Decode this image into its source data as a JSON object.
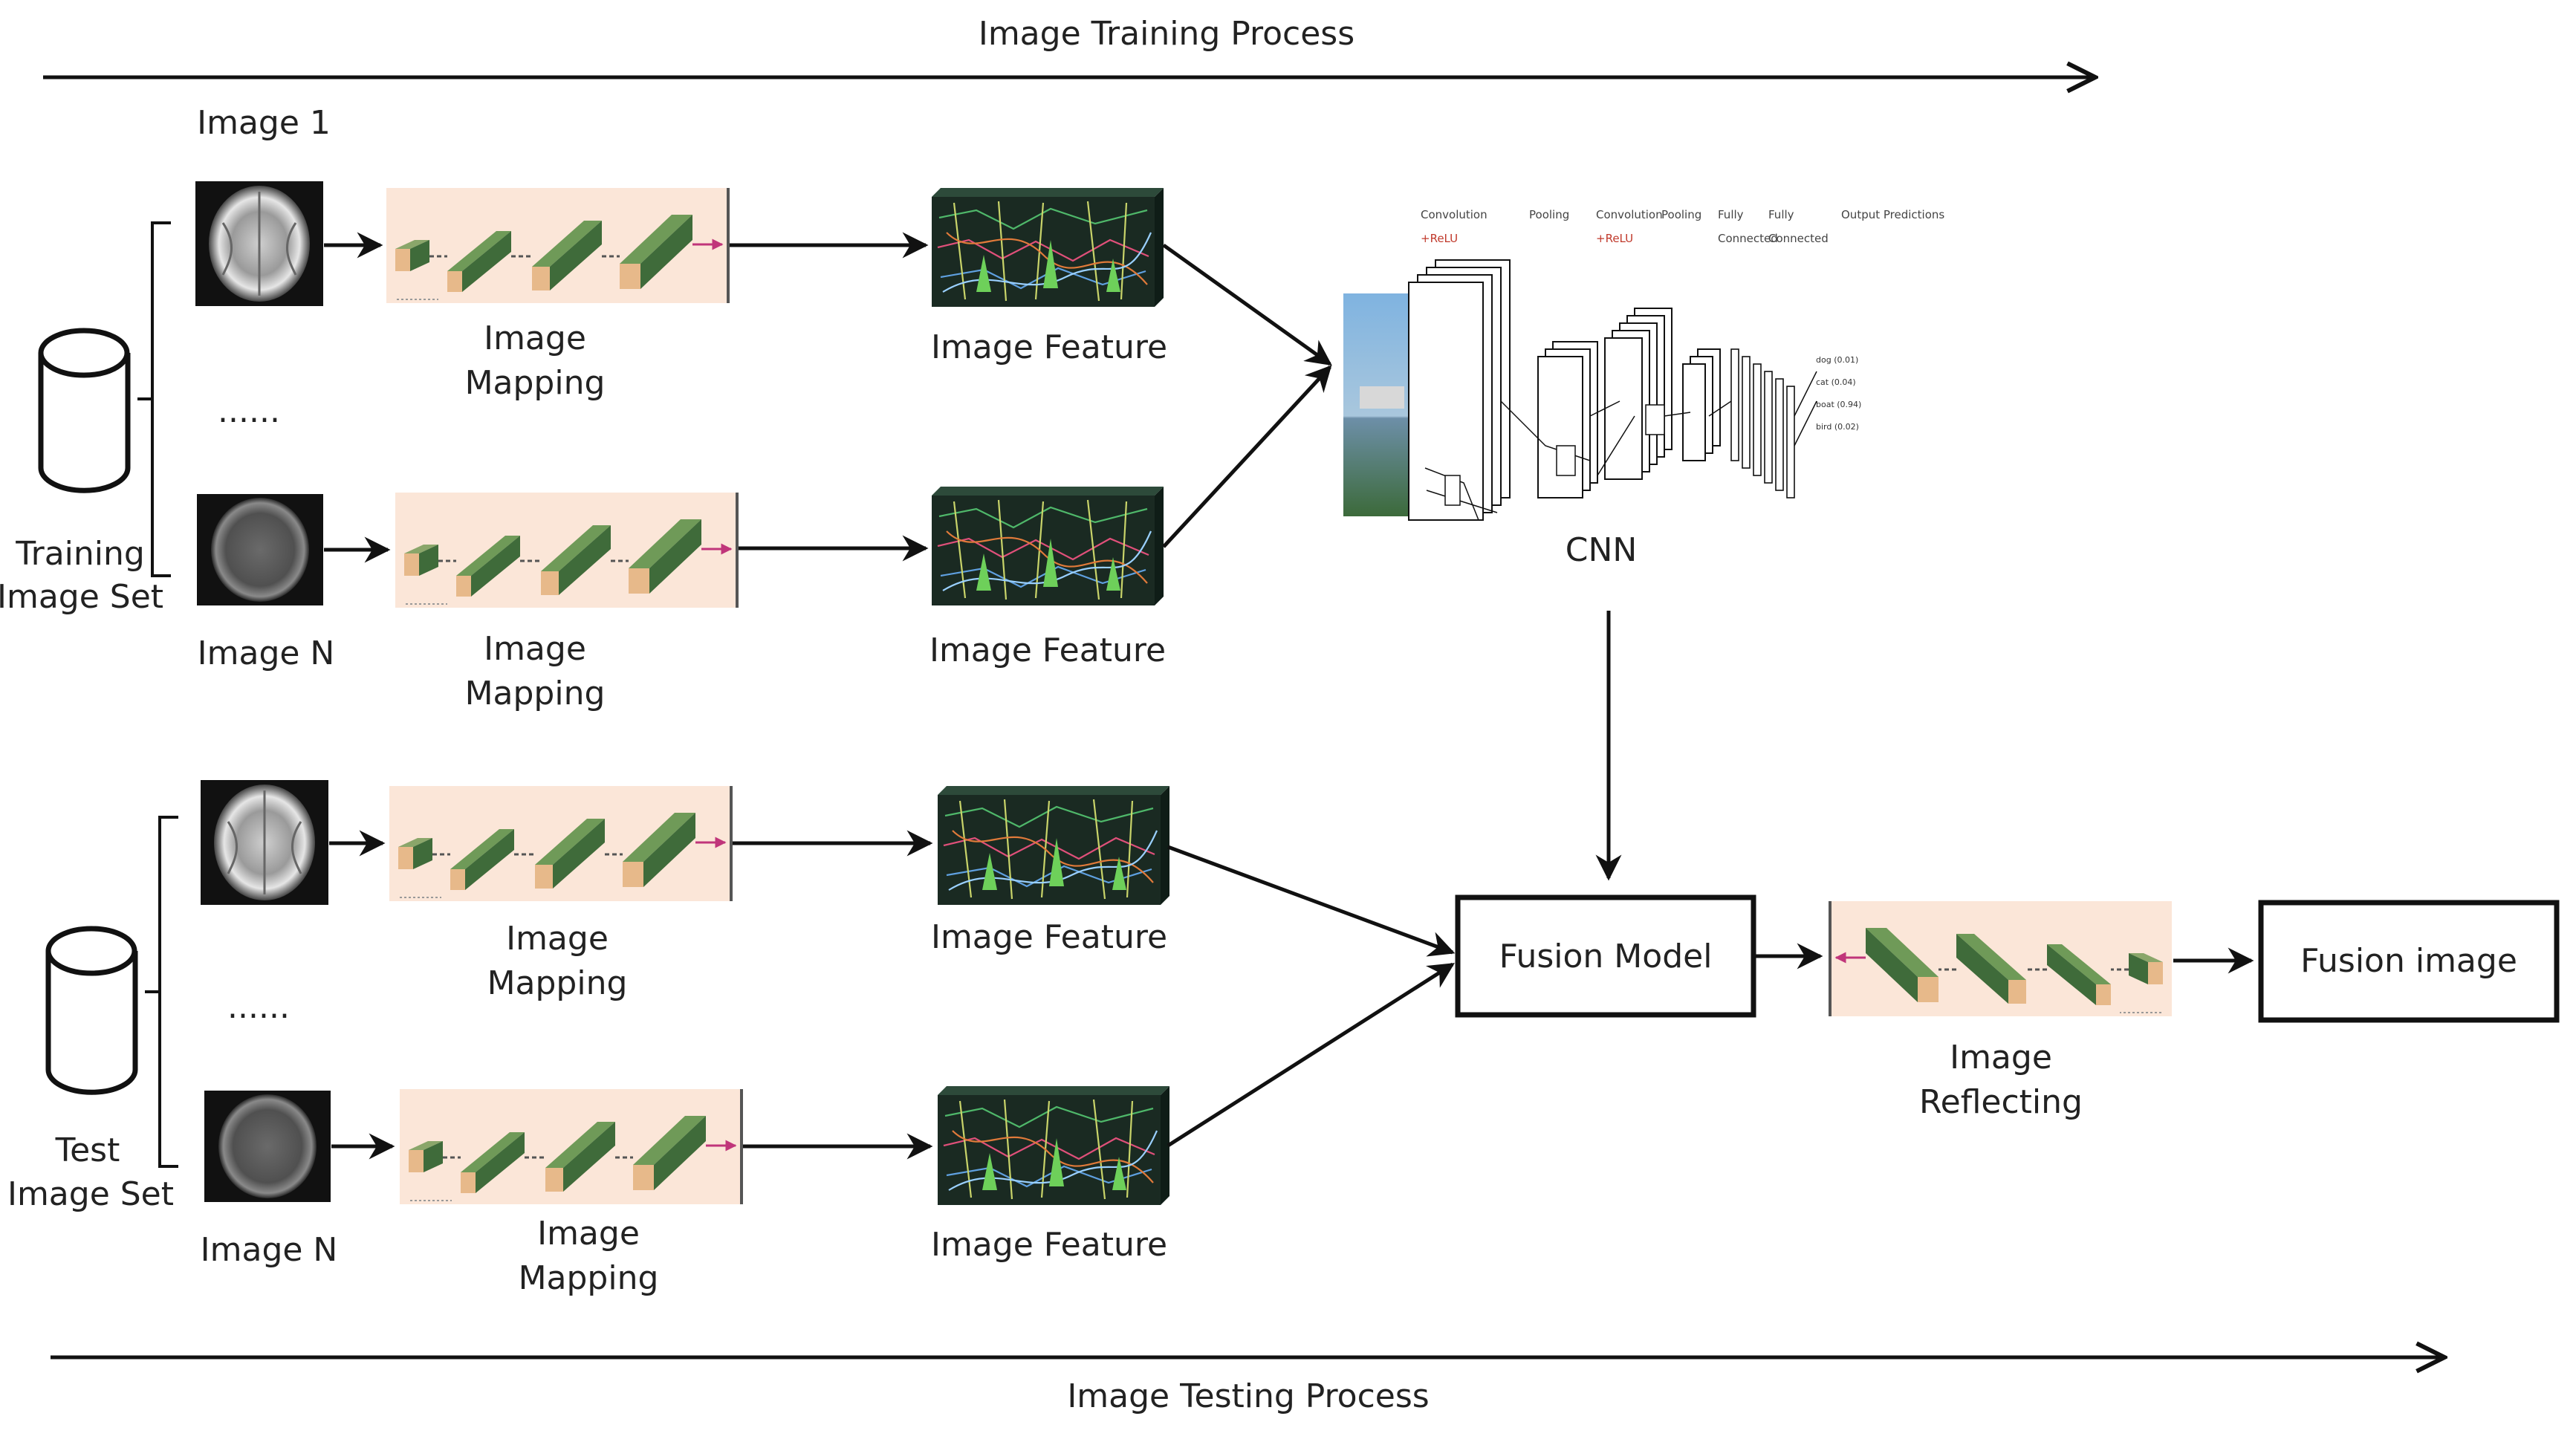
{
  "processes": {
    "training": "Image Training Process",
    "testing": "Image Testing Process"
  },
  "training": {
    "set_label_1": "Training",
    "set_label_2": "Image Set",
    "image_first": "Image 1",
    "image_last": "Image N",
    "ellipsis": "......",
    "mapping_1": "Image",
    "mapping_2": "Mapping",
    "feature": "Image Feature"
  },
  "testing": {
    "set_label_1": "Test",
    "set_label_2": "Image Set",
    "image_last": "Image N",
    "ellipsis": "......",
    "mapping_1": "Image",
    "mapping_2": "Mapping",
    "feature": "Image Feature"
  },
  "cnn": {
    "label": "CNN",
    "layers": [
      "Convolution",
      "+ReLU",
      "Pooling",
      "Convolution",
      "+ReLU",
      "Pooling",
      "Fully",
      "Connected",
      "Fully",
      "Connected",
      "Output Predictions"
    ],
    "outputs": [
      "dog (0.01)",
      "cat (0.04)",
      "boat (0.94)",
      "bird (0.02)"
    ]
  },
  "fusion_model": "Fusion Model",
  "reflecting": {
    "line1": "Image",
    "line2": "Reflecting"
  },
  "fusion_image": "Fusion image",
  "colors": {
    "line": "#111111",
    "mapping_bg": "#fbe6d8",
    "block_green": "#3f6b3a",
    "block_tan": "#e7b98a",
    "feature_bg": "#1a2a22",
    "arrow_pink": "#c0357a"
  }
}
